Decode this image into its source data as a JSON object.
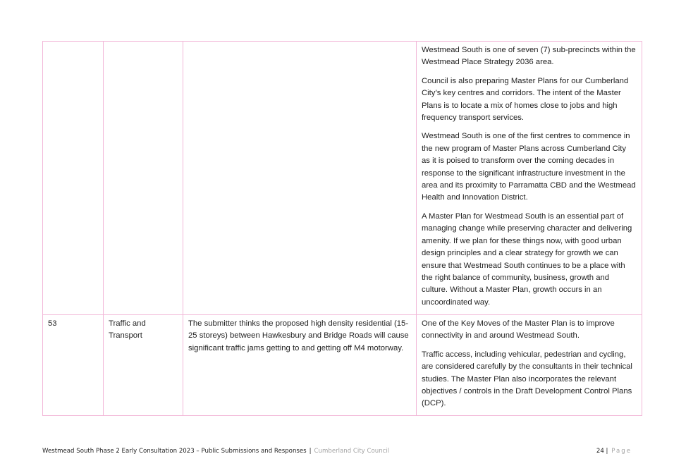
{
  "table": {
    "continuation_row": {
      "number": "",
      "theme": "",
      "submission": "",
      "response": [
        "Westmead South is one of seven (7) sub-precincts within the Westmead Place Strategy 2036 area.",
        "Council is also preparing Master Plans for our Cumberland City’s key centres and corridors. The intent of the Master Plans is to locate a mix of homes close to jobs and high frequency transport services.",
        "Westmead South is one of the first centres to commence in the new program of Master Plans across Cumberland City as it is poised to transform over the coming decades in response to the significant infrastructure investment in the area and its proximity to Parramatta CBD and the Westmead Health and Innovation District.",
        "A Master Plan for Westmead South is an essential part of managing change while preserving character and delivering amenity. If we plan for these things now, with good urban design principles and a clear strategy for growth we can ensure that Westmead South continues to be a place with the right balance of community, business, growth and culture. Without a Master Plan, growth occurs in an uncoordinated way."
      ]
    },
    "row_53": {
      "number": "53",
      "theme": "Traffic and Transport",
      "submission": "The submitter thinks the proposed high density residential (15-25 storeys) between Hawkesbury and Bridge Roads will cause significant traffic jams getting to and getting off M4 motorway.",
      "response": [
        "One of the Key Moves of the Master Plan is to improve connectivity in and around Westmead South.",
        "Traffic access, including vehicular, pedestrian and cycling, are considered carefully by the consultants in their technical studies. The Master Plan also incorporates the relevant objectives / controls in the Draft Development Control Plans (DCP)."
      ]
    }
  },
  "footer": {
    "doc_title": "Westmead South Phase 2 Early Consultation 2023 – Public Submissions and Responses",
    "separator": "|",
    "council": "Cumberland City Council",
    "page_number": "24",
    "page_separator": "|",
    "page_label": "Page"
  },
  "colors": {
    "table_border": "#f2b7d8",
    "footer_muted": "#a3a3a3"
  }
}
